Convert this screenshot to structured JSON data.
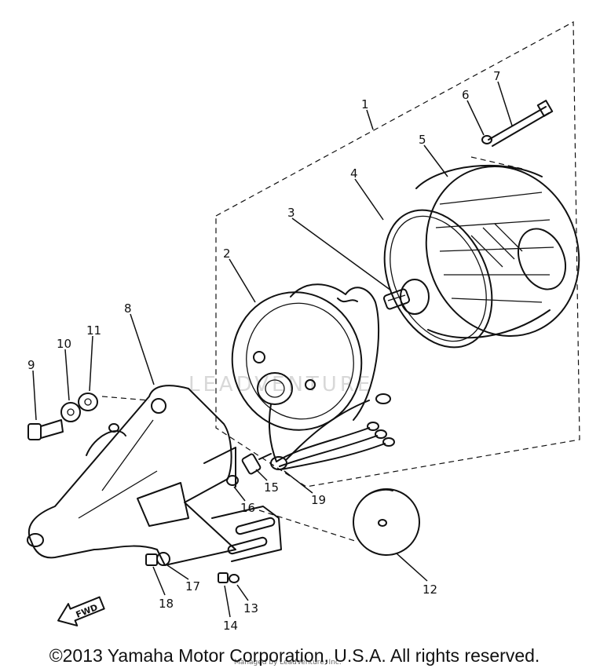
{
  "diagram": {
    "callouts": [
      "1",
      "2",
      "3",
      "4",
      "5",
      "6",
      "7",
      "8",
      "9",
      "10",
      "11",
      "12",
      "13",
      "14",
      "15",
      "16",
      "17",
      "18",
      "19"
    ],
    "fwd_label": "FWD",
    "watermark": "LEADVENTURE",
    "copyright": "©2013 Yamaha Motor Corporation, U.S.A. All rights reserved.",
    "overprint": "Managed by LeadVenture, Inc."
  }
}
